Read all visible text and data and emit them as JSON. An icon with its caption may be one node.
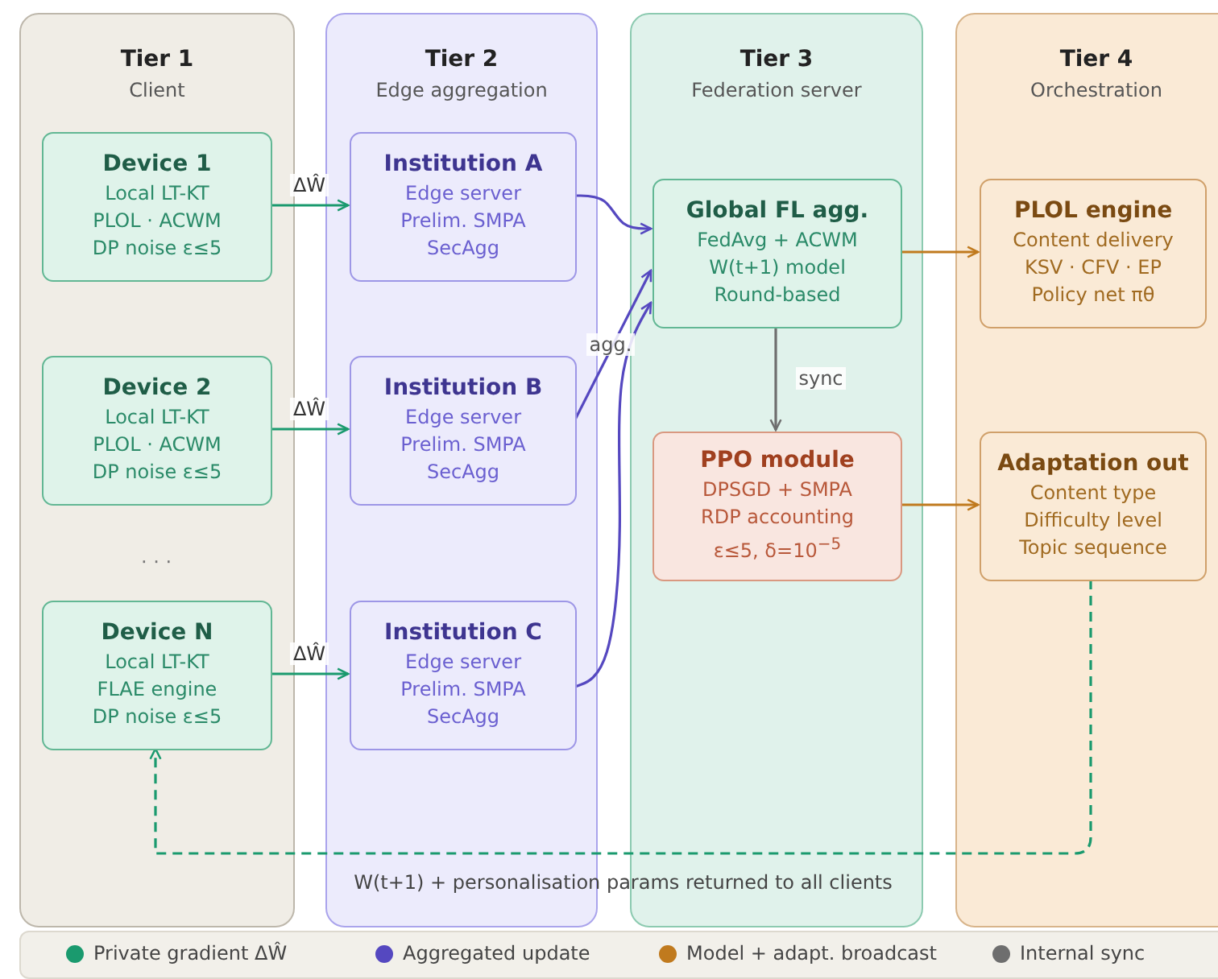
{
  "diagram": {
    "nodes": [
      {
        "text": [
          "Tier 1",
          "Client"
        ]
      },
      {
        "text": [
          "Device 1",
          "Local LT-KT",
          "PLOL · ACWM",
          "DP noise ε≤5"
        ],
        "in": 0
      },
      {
        "text": [
          "Device 2",
          "Local LT-KT",
          "PLOL · ACWM",
          "DP noise ε≤5"
        ],
        "in": 0
      },
      {
        "text": [
          "Device N",
          "Local LT-KT",
          "FLAE engine",
          "DP noise ε≤5"
        ],
        "in": 0
      },
      {
        "text": [
          "Tier 2",
          "Edge aggregation"
        ]
      },
      {
        "text": [
          "Institution A",
          "Edge server",
          "Prelim. SMPA",
          "SecAgg"
        ],
        "in": 4
      },
      {
        "text": [
          "Institution B",
          "Edge server",
          "Prelim. SMPA",
          "SecAgg"
        ],
        "in": 4
      },
      {
        "text": [
          "Institution C",
          "Edge server",
          "Prelim. SMPA",
          "SecAgg"
        ],
        "in": 4
      },
      {
        "text": [
          "Tier 3",
          "Federation server"
        ]
      },
      {
        "text": [
          "Global FL agg.",
          "FedAvg + ACWM",
          "W(t+1) model",
          "Round-based"
        ],
        "in": 8
      },
      {
        "text": [
          "PPO module",
          "DPSGD + SMPA",
          "RDP accounting",
          "ε≤5, δ=10$^{−5}$"
        ],
        "in": 8
      },
      {
        "text": [
          "Tier 4",
          "Orchestration"
        ]
      },
      {
        "text": [
          "PLOL engine",
          "Content delivery",
          "KSV · CFV · EP",
          "Policy net πθ"
        ],
        "in": 11
      },
      {
        "text": [
          "Adaptation out",
          "Content type",
          "Difficulty level",
          "Topic sequence"
        ],
        "in": 11
      }
    ],
    "edges": [
      {
        "from": 1,
        "to": 5,
        "arrow": "to",
        "label": "ΔŴ"
      },
      {
        "from": 2,
        "to": 6,
        "arrow": "to",
        "label": "ΔŴ"
      },
      {
        "from": 3,
        "to": 7,
        "arrow": "to",
        "label": "ΔŴ"
      },
      {
        "from": 5,
        "to": 9,
        "arrow": "to",
        "color": "#5548c0"
      },
      {
        "from": 6,
        "to": 9,
        "arrow": "to",
        "label": "agg.",
        "color": "#5548c0"
      },
      {
        "from": 7,
        "to": 9,
        "arrow": "to",
        "color": "#5548c0"
      },
      {
        "from": 9,
        "to": 12,
        "arrow": "to",
        "color": "#c07a1e"
      },
      {
        "from": 9,
        "to": 10,
        "arrow": "to",
        "label": "sync",
        "color": "#6e6e6e"
      },
      {
        "from": 10,
        "to": 13,
        "arrow": "to",
        "color": "#c07a1e"
      },
      {
        "from": 13,
        "to": 3,
        "arrow": "to",
        "style": "dashed",
        "label": "W(t+1) + personalisation params returned to all clients"
      }
    ],
    "labels": [
      "· · ·"
    ],
    "legend": [
      {
        "text": "Private gradient ΔŴ",
        "color": "#1a9a6e"
      },
      {
        "text": "Aggregated update",
        "color": "#5548c0"
      },
      {
        "text": "Model + adapt. broadcast",
        "color": "#c07a1e"
      },
      {
        "text": "Internal sync",
        "color": "#6e6e6e"
      }
    ]
  }
}
